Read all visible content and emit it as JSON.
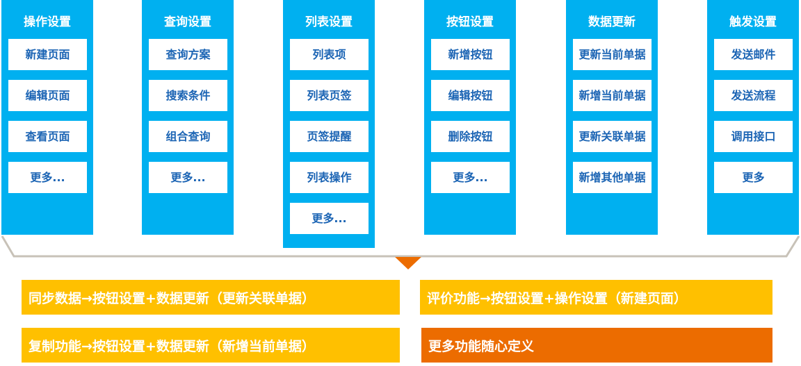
{
  "columns": [
    {
      "title": "操作设置",
      "items": [
        "新建页面",
        "编辑页面",
        "查看页面",
        "更多..."
      ]
    },
    {
      "title": "查询设置",
      "items": [
        "查询方案",
        "搜索条件",
        "组合查询",
        "更多..."
      ]
    },
    {
      "title": "列表设置",
      "items": [
        "列表项",
        "列表页签",
        "页签提醒",
        "列表操作",
        "更多..."
      ]
    },
    {
      "title": "按钮设置",
      "items": [
        "新增按钮",
        "编辑按钮",
        "删除按钮",
        "更多..."
      ]
    },
    {
      "title": "数据更新",
      "items": [
        "更新当前单据",
        "新增当前单据",
        "更新关联单据",
        "新增其他单据"
      ]
    },
    {
      "title": "触发设置",
      "items": [
        "发送邮件",
        "发送流程",
        "调用接口",
        "更多"
      ]
    }
  ],
  "examples": [
    "同步数据→按钮设置+数据更新（更新关联单据）",
    "评价功能→按钮设置+操作设置（新建页面）",
    "复制功能→按钮设置+数据更新（新增当前单据）",
    "更多功能随心定义"
  ],
  "colors": {
    "column": "#00b0f0",
    "item_text": "#1b64b4",
    "yellow": "#ffc000",
    "orange": "#ec6c00",
    "bracket": "#c8c2b8"
  }
}
